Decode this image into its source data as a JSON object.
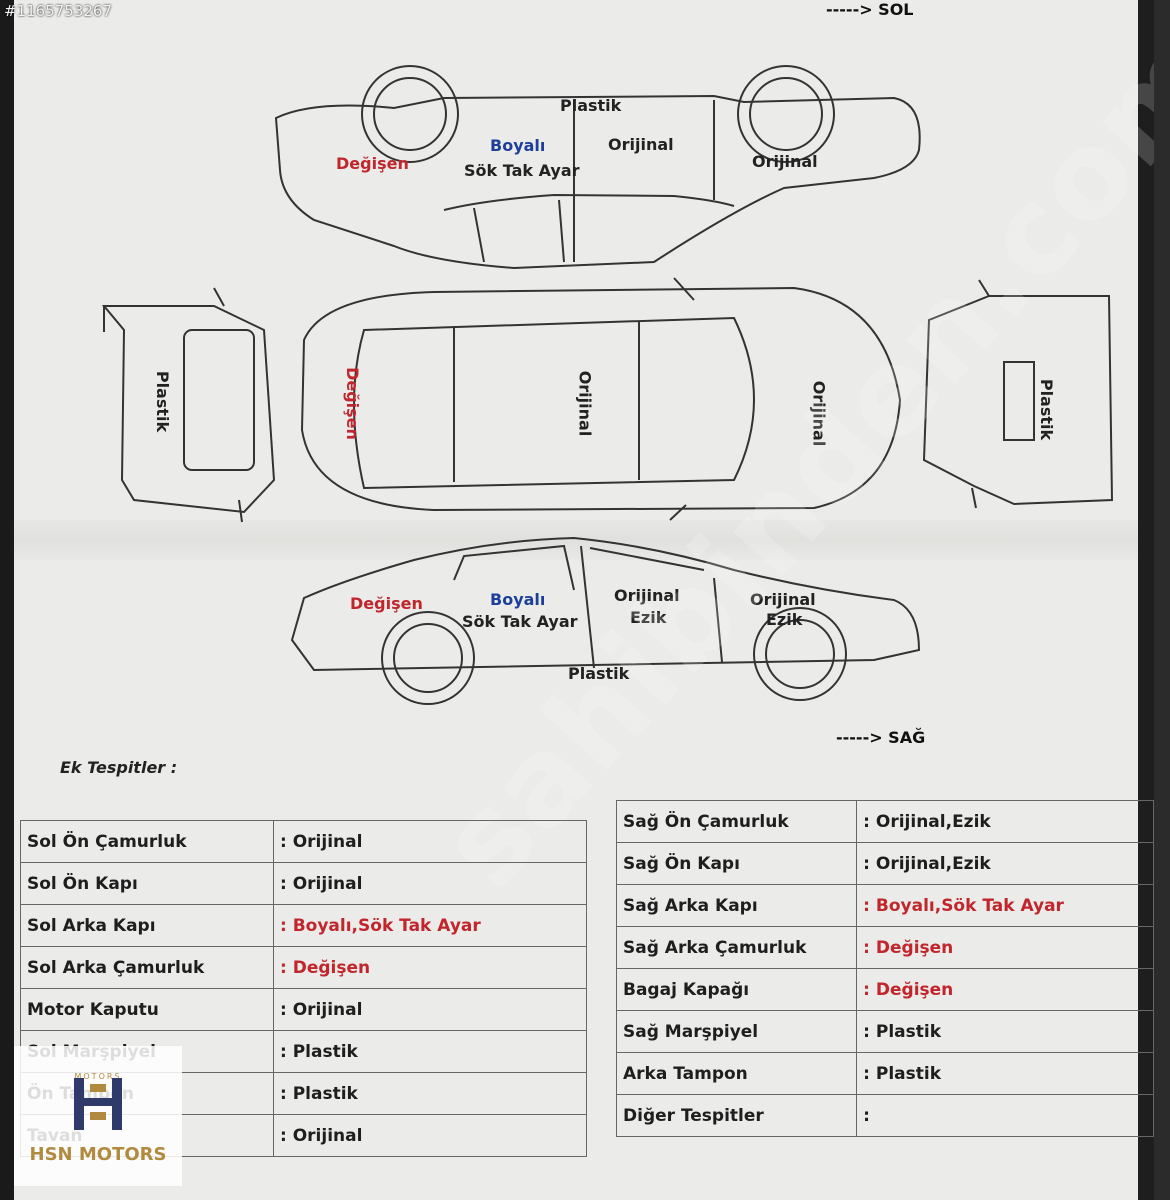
{
  "listing_id": "#1165753267",
  "direction_top": "-----> SOL",
  "direction_bottom": "-----> SAĞ",
  "diagram": {
    "top_car": {
      "plastik": "Plastik",
      "degisen": "Değişen",
      "boyali": "Boyalı",
      "sok_tak": "Sök Tak Ayar",
      "orijinal_door": "Orijinal",
      "orijinal_fender": "Orijinal"
    },
    "rear_view": {
      "plastik": "Plastik"
    },
    "roof": {
      "degisen": "Değişen",
      "orijinal_roof": "Orijinal",
      "orijinal_hood": "Orijinal"
    },
    "front_view": {
      "plastik": "Plastik"
    },
    "bottom_car": {
      "degisen": "Değişen",
      "boyali": "Boyalı",
      "sok_tak": "Sök Tak Ayar",
      "orijinal1": "Orijinal",
      "ezik1": "Ezik",
      "orijinal2": "Orijinal",
      "ezik2": "Ezik",
      "plastik": "Plastik"
    }
  },
  "ek_tespitler": "Ek Tespitler :",
  "left_table": [
    {
      "label": "Sol Ön Çamurluk",
      "value": ": Orijinal",
      "color": "#1e1e1e"
    },
    {
      "label": "Sol Ön Kapı",
      "value": ": Orijinal",
      "color": "#1e1e1e"
    },
    {
      "label": "Sol Arka Kapı",
      "value": ": Boyalı,Sök Tak Ayar",
      "color": "#c0262c"
    },
    {
      "label": "Sol Arka Çamurluk",
      "value": ": Değişen",
      "color": "#c0262c"
    },
    {
      "label": "Motor Kaputu",
      "value": ": Orijinal",
      "color": "#1e1e1e"
    },
    {
      "label": "Sol Marşpiyel",
      "value": ": Plastik",
      "color": "#1e1e1e"
    },
    {
      "label": "Ön Tampon",
      "value": ": Plastik",
      "color": "#1e1e1e"
    },
    {
      "label": "Tavan",
      "value": ": Orijinal",
      "color": "#1e1e1e"
    }
  ],
  "right_table": [
    {
      "label": "Sağ Ön Çamurluk",
      "value": ": Orijinal,Ezik",
      "color": "#1e1e1e"
    },
    {
      "label": "Sağ Ön Kapı",
      "value": ": Orijinal,Ezik",
      "color": "#1e1e1e"
    },
    {
      "label": "Sağ Arka Kapı",
      "value": ": Boyalı,Sök Tak Ayar",
      "color": "#c0262c"
    },
    {
      "label": "Sağ Arka Çamurluk",
      "value": ": Değişen",
      "color": "#c0262c"
    },
    {
      "label": "Bagaj Kapağı",
      "value": ": Değişen",
      "color": "#c0262c"
    },
    {
      "label": "Sağ Marşpiyel",
      "value": ": Plastik",
      "color": "#1e1e1e"
    },
    {
      "label": "Arka Tampon",
      "value": ": Plastik",
      "color": "#1e1e1e"
    },
    {
      "label": "Diğer Tespitler",
      "value": ":",
      "color": "#1e1e1e"
    }
  ],
  "watermark": "sahibinden.com",
  "logo": {
    "small": "MOTORS",
    "name": "HSN MOTORS",
    "mark_color": "#2f3a6b"
  },
  "colors": {
    "changed": "#c0262c",
    "painted": "#1d3f9a"
  }
}
